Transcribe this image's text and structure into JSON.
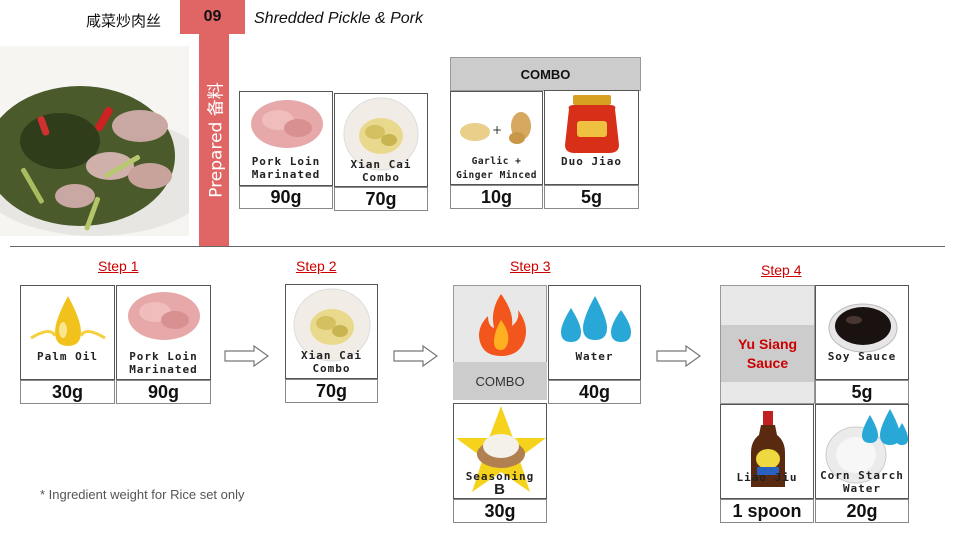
{
  "header": {
    "title_cn": "咸菜炒肉丝",
    "number": "09",
    "title_en": "Shredded Pickle & Pork"
  },
  "prepared_label": "Prepared 备料",
  "prepared": {
    "combo_label": "COMBO",
    "items": [
      {
        "label": "Pork Loin Marinated",
        "weight": "90g"
      },
      {
        "label": "Xian Cai Combo",
        "weight": "70g"
      },
      {
        "label": "Garlic + Ginger Minced",
        "weight": "10g"
      },
      {
        "label": "Duo Jiao",
        "weight": "5g"
      }
    ]
  },
  "steps": [
    {
      "title": "Step 1",
      "items": [
        {
          "label": "Palm Oil",
          "weight": "30g"
        },
        {
          "label": "Pork Loin Marinated",
          "weight": "90g"
        }
      ]
    },
    {
      "title": "Step 2",
      "items": [
        {
          "label": "Xian Cai Combo",
          "weight": "70g"
        }
      ]
    },
    {
      "title": "Step 3",
      "combo_label": "COMBO",
      "items": [
        {
          "label": "Water",
          "weight": "40g"
        },
        {
          "label": "Seasoning",
          "badge": "B",
          "weight": "30g"
        }
      ]
    },
    {
      "title": "Step 4",
      "sauce_label": "Yu Siang Sauce",
      "items": [
        {
          "label": "Soy Sauce",
          "weight": "5g"
        },
        {
          "label": "Liao Jiu",
          "weight": "1 spoon"
        },
        {
          "label": "Corn Starch Water",
          "weight": "20g"
        }
      ]
    }
  ],
  "footnote": "* Ingredient weight for Rice set only",
  "colors": {
    "accent": "#e06666",
    "step_red": "#cc0000",
    "combo_gray": "#cccccc"
  }
}
